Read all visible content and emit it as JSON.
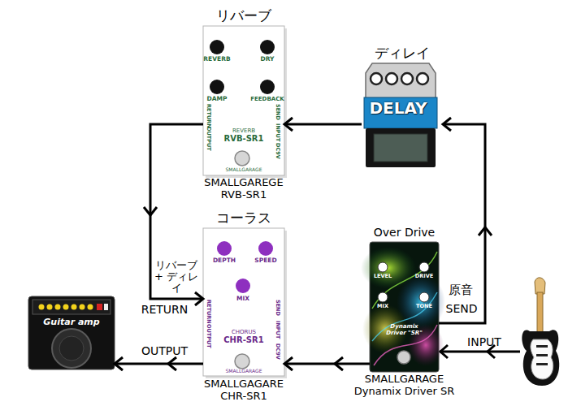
{
  "diagram": {
    "nodes": [
      {
        "text": [
          "リバーブ",
          "REVERB",
          "DRY",
          "DAMP",
          "FEEDBACK",
          "RETURN",
          "OUTPUT",
          "SEND",
          "INPUT",
          "DC9V",
          "REVERB",
          "RVB-SR1",
          "SMALLGARAGE",
          "SMALLGAREGE RVB-SR1"
        ]
      },
      {
        "text": [
          "ディレイ",
          "DELAY"
        ]
      },
      {
        "text": [
          "コーラス",
          "DEPTH",
          "SPEED",
          "MIX",
          "RETURN",
          "OUTPUT",
          "SEND",
          "INPUT",
          "DC9V",
          "CHORUS",
          "CHR-SR1",
          "SMALLGARAGE",
          "SMALLGAGARE CHR-SR1"
        ]
      },
      {
        "text": [
          "Over Drive",
          "LEVEL",
          "DRIVE",
          "MIX",
          "TONE",
          "Dynamix Driver \"SR\"",
          "SMALLGARAGE Dynamix Driver SR"
        ]
      },
      {
        "text": [
          "Guitar amp"
        ]
      }
    ],
    "edges": [
      {
        "from": 3,
        "to": 1,
        "arrow": "to",
        "label": "原音"
      },
      {
        "from": 1,
        "to": 0,
        "arrow": "to"
      },
      {
        "from": 0,
        "to": 2,
        "arrow": "to",
        "label": "リバーブ + ディレイ"
      },
      {
        "from": 3,
        "to": 2,
        "arrow": "to"
      },
      {
        "from": 2,
        "to": 4,
        "arrow": "to",
        "label": "OUTPUT"
      }
    ],
    "labels": [
      "SEND",
      "RETURN",
      "INPUT"
    ]
  }
}
